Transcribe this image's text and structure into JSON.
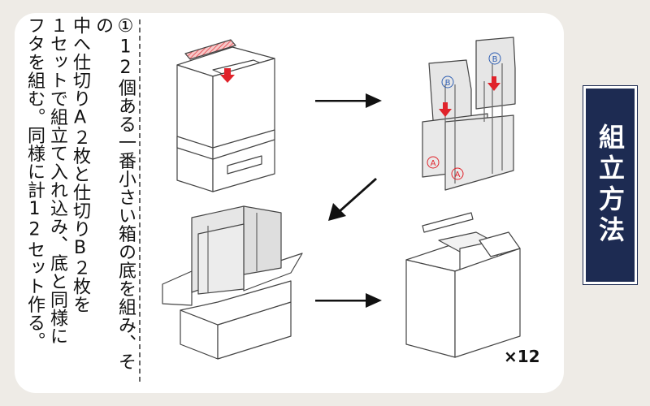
{
  "title": "組立方法",
  "steps": [
    {
      "lines": [
        "①12個ある一番小さい箱の底を組み、その",
        "中へ仕切りA２枚と仕切りB２枚を",
        "１セットで組立て入れ込み、底と同様に",
        "フタを組む。同様に計12セット作る。"
      ]
    }
  ],
  "labels": {
    "partition_a": "A",
    "partition_b": "B",
    "quantity": "×12"
  },
  "colors": {
    "title_bg": "#1d2b52",
    "arrow_red": "#e0232b",
    "label_a": "#e0232b",
    "label_b": "#2f5fb3",
    "partition_fill": "#e6e6e6"
  },
  "icons": [
    "arrow-right-icon",
    "arrow-down-left-icon",
    "arrow-down-icon"
  ]
}
